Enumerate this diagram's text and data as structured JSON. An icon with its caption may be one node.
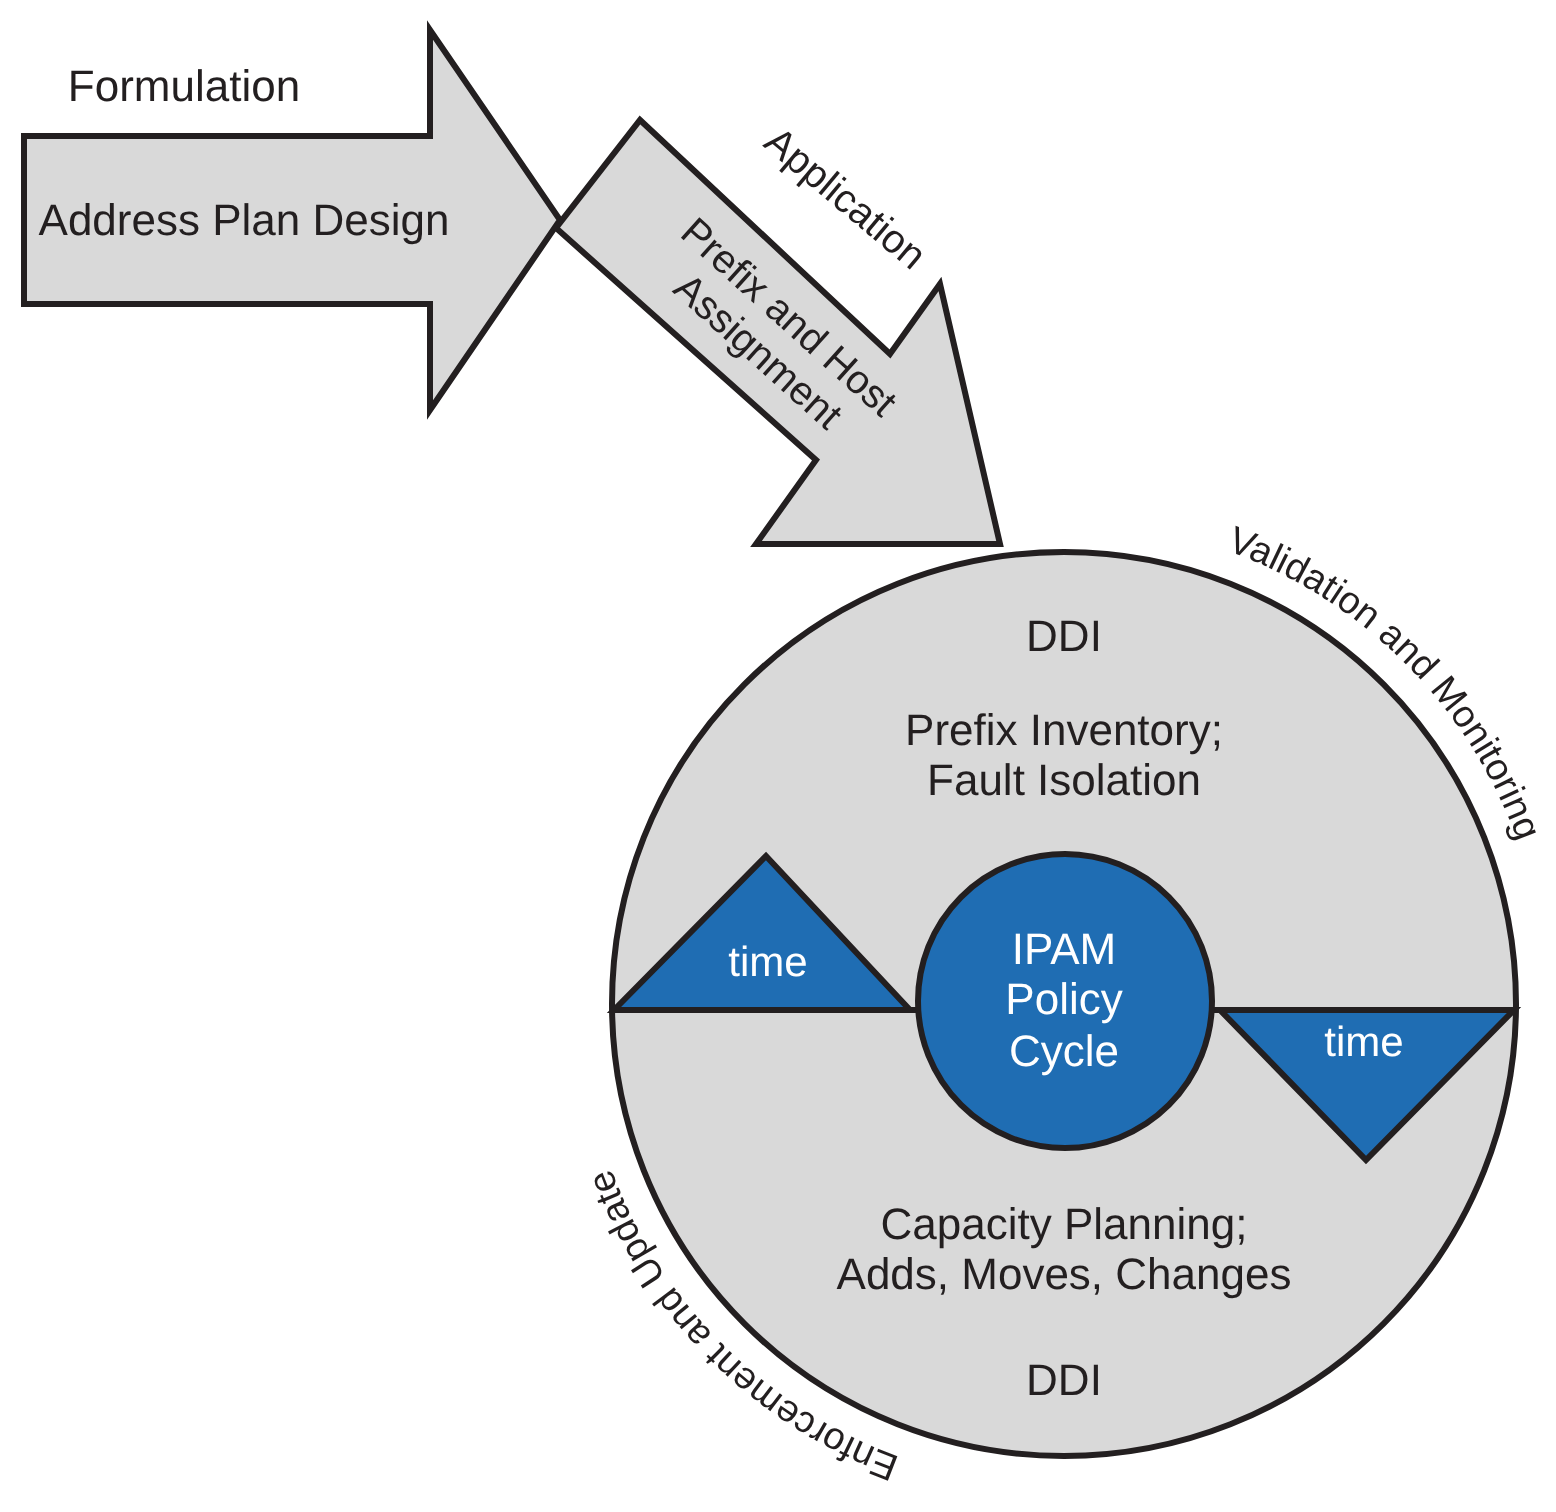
{
  "diagram": {
    "nodes": [
      {
        "text": [
          "Address Plan Design"
        ],
        "beside": [
          "Formulation"
        ]
      },
      {
        "text": [
          "Prefix and Host Assignment"
        ],
        "beside": [
          "Application"
        ]
      },
      {
        "text": [],
        "shape": "circle",
        "beside": [
          "Validation and Monitoring",
          "Enforcement and Update"
        ]
      },
      {
        "text": [
          "DDI",
          "Prefix Inventory; Fault Isolation"
        ],
        "in": 2
      },
      {
        "text": [
          "Capacity Planning; Adds, Moves, Changes",
          "DDI"
        ],
        "in": 2
      },
      {
        "text": [
          "IPAM Policy Cycle"
        ],
        "in": 2
      },
      {
        "text": [
          "time"
        ],
        "in": 2
      },
      {
        "text": [
          "time"
        ],
        "in": 2
      }
    ]
  }
}
